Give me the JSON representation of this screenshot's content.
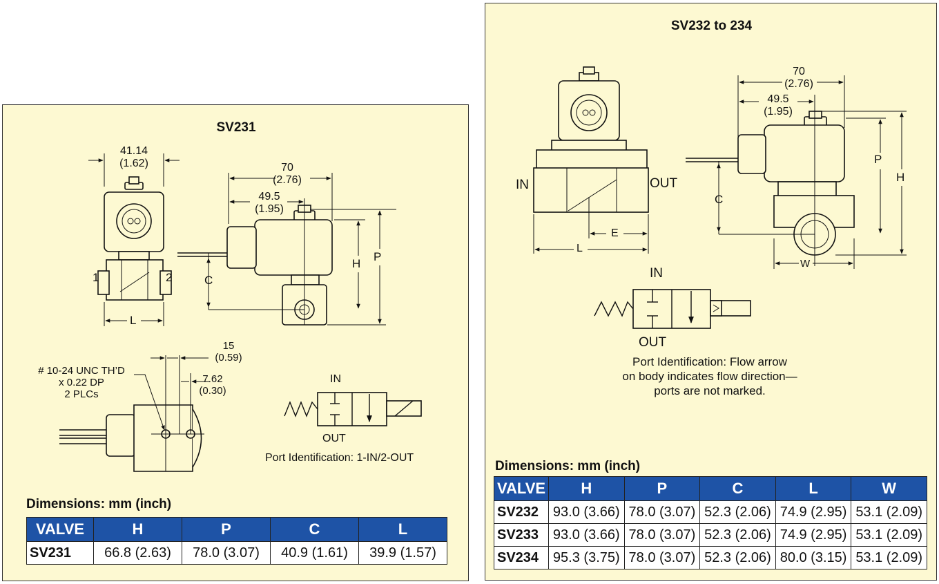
{
  "sv231": {
    "title": "SV231",
    "dim_top_width": {
      "mm": "41.14",
      "inch": "(1.62)"
    },
    "dim_70": {
      "mm": "70",
      "inch": "(2.76)"
    },
    "dim_49": {
      "mm": "49.5",
      "inch": "(1.95)"
    },
    "labels": {
      "H": "H",
      "P": "P",
      "C": "C",
      "L": "L",
      "port1": "1",
      "port2": "2"
    },
    "thread_note": [
      "# 10-24 UNC TH’D",
      "x 0.22 DP",
      "2 PLCs"
    ],
    "dim_15": {
      "mm": "15",
      "inch": "(0.59)"
    },
    "dim_762": {
      "mm": "7.62",
      "inch": "(0.30)"
    },
    "symbol": {
      "in": "IN",
      "out": "OUT"
    },
    "port_id": "Port Identification: 1-IN/2-OUT",
    "dims_header": "Dimensions: mm (inch)",
    "table": {
      "columns": [
        "VALVE",
        "H",
        "P",
        "C",
        "L"
      ],
      "rows": [
        [
          "SV231",
          "66.8 (2.63)",
          "78.0 (3.07)",
          "40.9 (1.61)",
          "39.9 (1.57)"
        ]
      ]
    }
  },
  "sv232": {
    "title": "SV232 to 234",
    "dim_70": {
      "mm": "70",
      "inch": "(2.76)"
    },
    "dim_49": {
      "mm": "49.5",
      "inch": "(1.95)"
    },
    "labels": {
      "in": "IN",
      "out": "OUT",
      "E": "E",
      "L": "L",
      "C": "C",
      "P": "P",
      "H": "H",
      "W": "W"
    },
    "symbol": {
      "in": "IN",
      "out": "OUT"
    },
    "port_id": [
      "Port Identification: Flow arrow",
      "on body indicates flow direction—",
      "ports are not marked."
    ],
    "dims_header": "Dimensions: mm (inch)",
    "table": {
      "columns": [
        "VALVE",
        "H",
        "P",
        "C",
        "L",
        "W"
      ],
      "rows": [
        [
          "SV232",
          "93.0 (3.66)",
          "78.0 (3.07)",
          "52.3 (2.06)",
          "74.9 (2.95)",
          "53.1 (2.09)"
        ],
        [
          "SV233",
          "93.0 (3.66)",
          "78.0 (3.07)",
          "52.3 (2.06)",
          "74.9 (2.95)",
          "53.1 (2.09)"
        ],
        [
          "SV234",
          "95.3 (3.75)",
          "78.0 (3.07)",
          "52.3 (2.06)",
          "80.0 (3.15)",
          "53.1 (2.09)"
        ]
      ]
    }
  }
}
